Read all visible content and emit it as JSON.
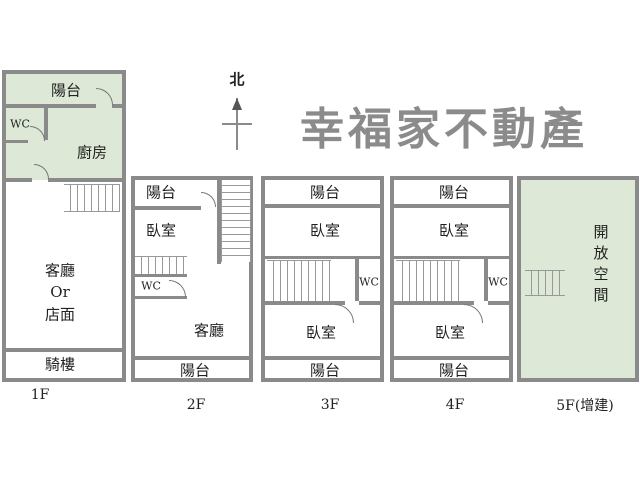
{
  "compass": {
    "north_label": "北"
  },
  "floors": [
    {
      "label": "1F",
      "rooms": {
        "balcony": "陽台",
        "wc": "WC",
        "kitchen": "廚房",
        "living": "客廳",
        "or": "Or",
        "shop": "店面",
        "arcade": "騎樓"
      }
    },
    {
      "label": "2F",
      "rooms": {
        "balcony_top": "陽台",
        "bedroom": "臥室",
        "wc": "WC",
        "living": "客廳",
        "balcony_bottom": "陽台"
      }
    },
    {
      "label": "3F",
      "rooms": {
        "balcony_top": "陽台",
        "bedroom_top": "臥室",
        "wc": "WC",
        "bedroom_bottom": "臥室",
        "balcony_bottom": "陽台"
      }
    },
    {
      "label": "4F",
      "rooms": {
        "balcony_top": "陽台",
        "bedroom_top": "臥室",
        "wc": "WC",
        "bedroom_bottom": "臥室",
        "balcony_bottom": "陽台"
      }
    },
    {
      "label": "5F(增建)",
      "rooms": {
        "open_space": "開放空間"
      }
    }
  ],
  "watermark": "幸福家不動產",
  "colors": {
    "wall": "#8a8a8a",
    "green_area": "#dde8d7"
  }
}
